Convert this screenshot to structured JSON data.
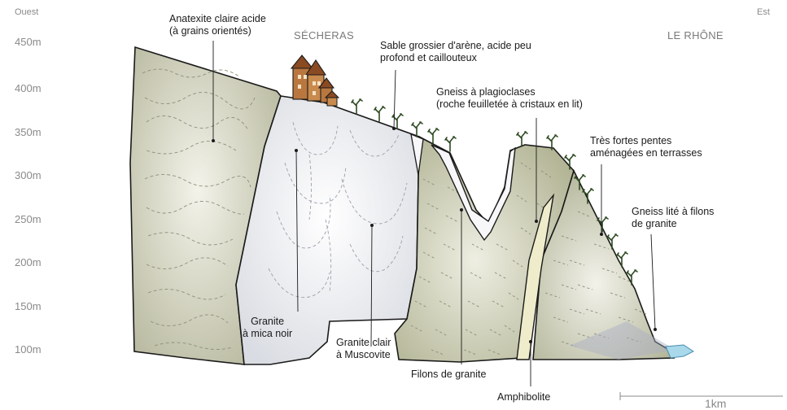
{
  "orientation": {
    "west": "Ouest",
    "east": "Est"
  },
  "altitude_ticks": [
    "450m",
    "400m",
    "350m",
    "300m",
    "250m",
    "200m",
    "150m",
    "100m"
  ],
  "places": {
    "village": "SÉCHERAS",
    "river": "LE RHÔNE"
  },
  "labels": {
    "anatexite": [
      "Anatexite claire acide",
      "(à grains orientés)"
    ],
    "sable": [
      "Sable grossier d'arène, acide peu",
      "profond et caillouteux"
    ],
    "gneiss_plagio": [
      "Gneiss à plagioclases",
      "(roche feuilletée à cristaux en lit)"
    ],
    "pentes": [
      "Très fortes pentes",
      "aménagées en terrasses"
    ],
    "gneiss_lite": [
      "Gneiss lité à filons",
      "de granite"
    ],
    "granite_mica": [
      "Granite",
      "à mica noir"
    ],
    "granite_muscovite": [
      "Granite clair",
      "à Muscovite"
    ],
    "filons": [
      "Filons de granite"
    ],
    "amphibolite": [
      "Amphibolite"
    ]
  },
  "scale": {
    "label": "1km"
  },
  "colors": {
    "anatexite": "#bfc0a4",
    "granite": "#e6e8ec",
    "gneiss": "#b9bb9d",
    "amphibolite": "#efeccb",
    "river": "#a8d8ea",
    "outline": "#1a1a1a",
    "vine": "#2e4a22"
  }
}
